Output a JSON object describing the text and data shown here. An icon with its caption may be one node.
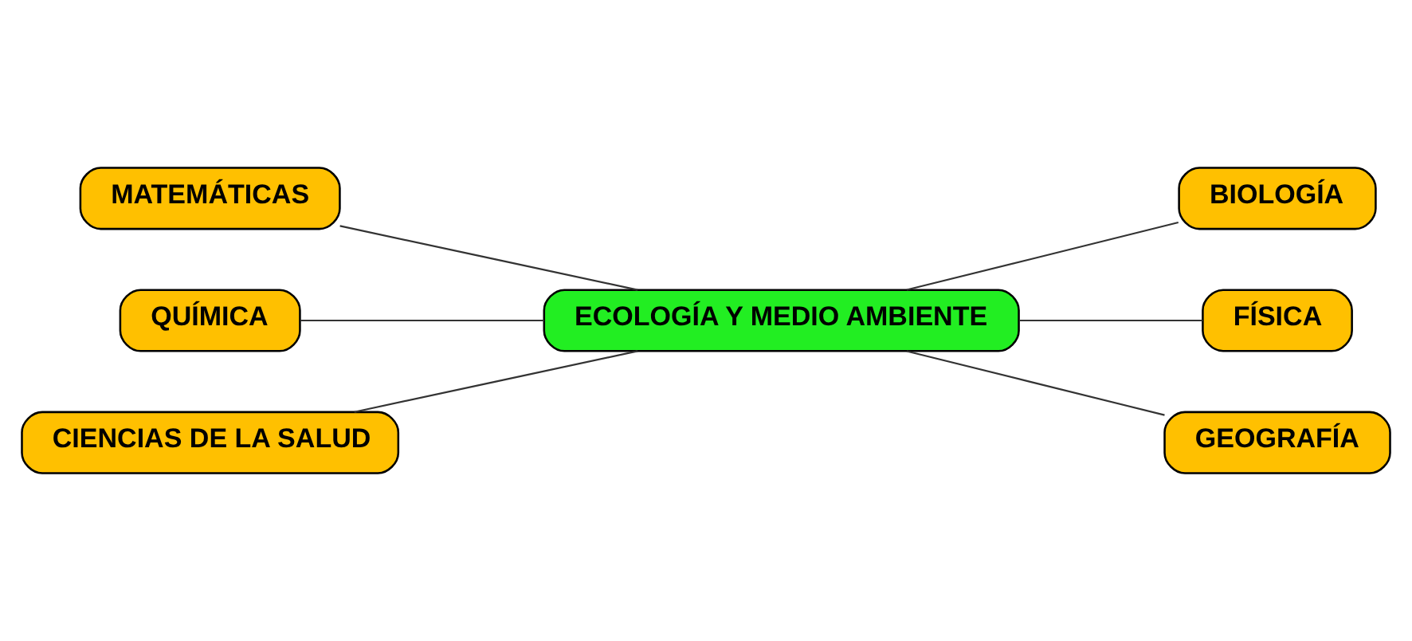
{
  "diagram": {
    "nodes": [
      {
        "text": [
          "MATEMÁTICAS"
        ]
      },
      {
        "text": [
          "BIOLOGÍA"
        ]
      },
      {
        "text": [
          "QUÍMICA"
        ]
      },
      {
        "text": [
          "ECOLOGÍA Y MEDIO AMBIENTE"
        ]
      },
      {
        "text": [
          "FÍSICA"
        ]
      },
      {
        "text": [
          "CIENCIAS DE LA SALUD"
        ]
      },
      {
        "text": [
          "GEOGRAFÍA"
        ]
      }
    ],
    "edges": [
      {
        "from": 0,
        "to": 3,
        "arrow": "none"
      },
      {
        "from": 3,
        "to": 1,
        "arrow": "none"
      },
      {
        "from": 2,
        "to": 3,
        "arrow": "none"
      },
      {
        "from": 3,
        "to": 4,
        "arrow": "none"
      },
      {
        "from": 5,
        "to": 3,
        "arrow": "none"
      },
      {
        "from": 3,
        "to": 6,
        "arrow": "none"
      }
    ]
  }
}
